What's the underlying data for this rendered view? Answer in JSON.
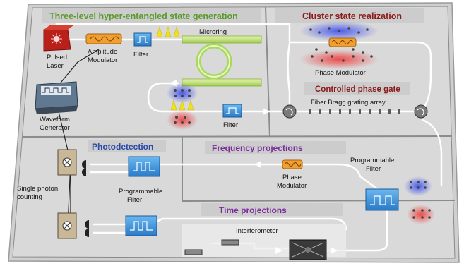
{
  "sections": {
    "generation": "Three-level hyper-entangled state generation",
    "cluster": "Cluster state realization",
    "cphase": "Controlled phase gate",
    "photodetection": "Photodetection",
    "frequency": "Frequency projections",
    "time": "Time projections"
  },
  "components": {
    "pulsed_laser": [
      "Pulsed",
      "Laser"
    ],
    "amplitude_modulator": [
      "Amplitude",
      "Modulator"
    ],
    "filter_top": "Filter",
    "microring": "Microring",
    "waveform_generator": [
      "Waveform",
      "Generator"
    ],
    "filter_bottom": "Filter",
    "phase_modulator_top": "Phase Modulator",
    "fbg_array": "Fiber Bragg grating array",
    "programmable_filter_right": [
      "Programmable",
      "Filter"
    ],
    "phase_modulator_mid": [
      "Phase",
      "Modulator"
    ],
    "single_photon_counting": [
      "Single photon",
      "counting"
    ],
    "programmable_filter_left": [
      "Programmable",
      "Filter"
    ],
    "interferometer": "Interferometer"
  },
  "colors": {
    "green_title": "#5a9a2a",
    "dark_red_title": "#8b1a1a",
    "blue_title": "#2a4aa8",
    "purple_title": "#7a2a9a",
    "panel": "#d6d6d6",
    "filter_blue": "#3a8fd8",
    "modulator_orange": "#f0a030",
    "laser_red": "#c0201a",
    "pulse_yellow": "#f0e020",
    "microring_green": "#a8d860"
  }
}
